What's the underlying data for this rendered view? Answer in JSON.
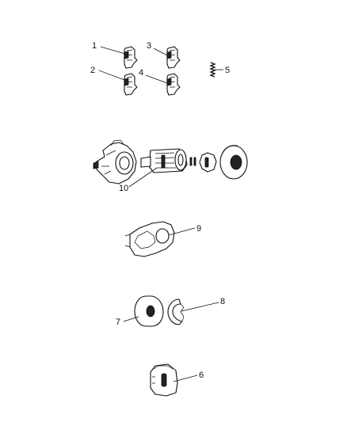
{
  "callouts": {
    "c1": "1",
    "c2": "2",
    "c3": "3",
    "c4": "4",
    "c5": "5",
    "c6": "6",
    "c7": "7",
    "c8": "8",
    "c9": "9",
    "c10": "10"
  },
  "colors": {
    "line": "#111111",
    "fill": "#ffffff",
    "dark": "#222222"
  }
}
